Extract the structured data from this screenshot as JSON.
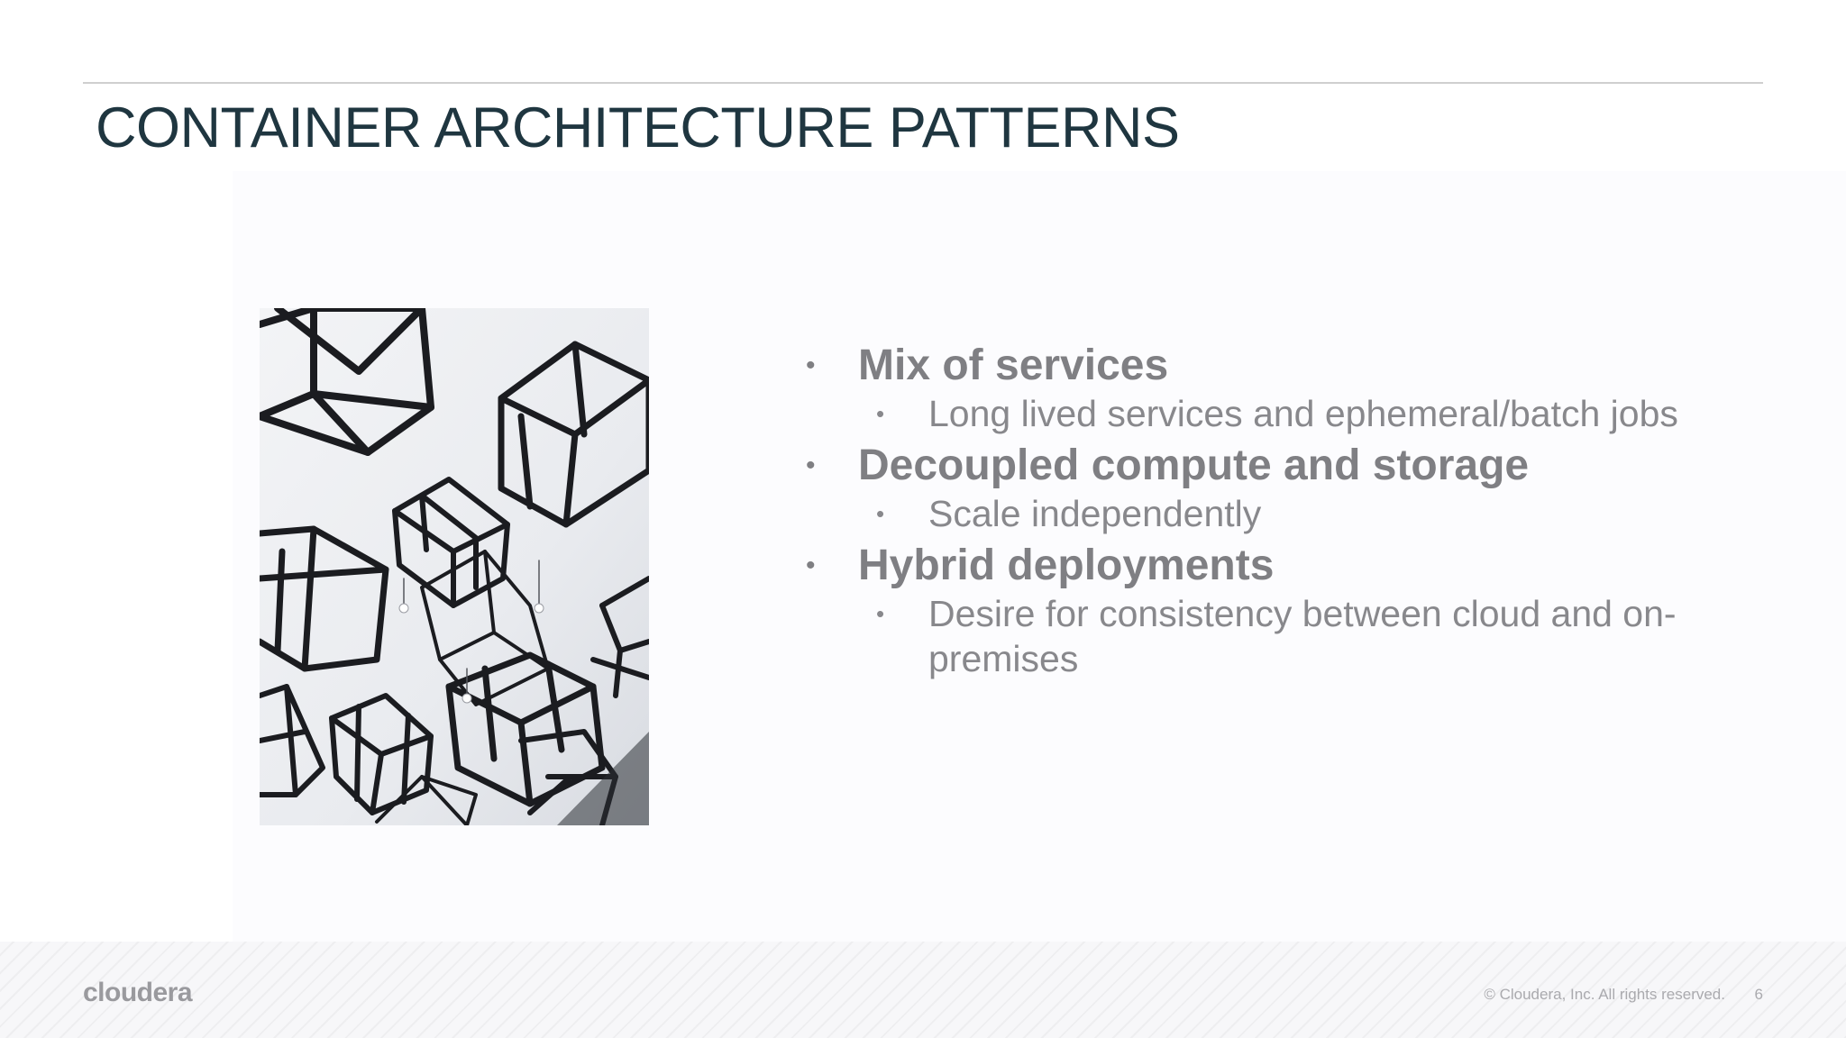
{
  "slide": {
    "title": "CONTAINER ARCHITECTURE PATTERNS",
    "bullets": [
      {
        "text": "Mix of services",
        "sub": [
          "Long lived services and ephemeral/batch jobs"
        ]
      },
      {
        "text": "Decoupled compute and storage",
        "sub": [
          "Scale independently"
        ]
      },
      {
        "text": "Hybrid deployments",
        "sub": [
          "Desire for consistency between cloud and on-premises"
        ]
      }
    ],
    "bullet_glyph": "•"
  },
  "footer": {
    "logo": "cloudera",
    "copyright": "© Cloudera, Inc. All rights reserved.",
    "page_number": "6"
  },
  "colors": {
    "title": "#1f3640",
    "bullet_text": "#7f7f83",
    "footer_text": "#aaaaae"
  }
}
